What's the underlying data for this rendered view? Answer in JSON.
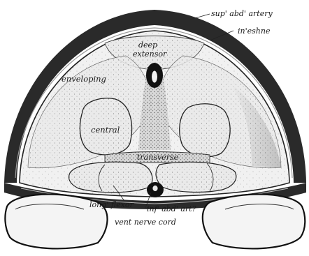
{
  "labels": {
    "sup_abd_artery": "sup' abd' artery",
    "intestine": "in'eshne",
    "deep_extensor": "deep extensor",
    "enveloping": "enveloping",
    "central": "central",
    "transverse": "transverse",
    "longl_flexor": "long' flexor",
    "inf_abd_artery": "inf' abd' art?",
    "vent_nerve_cord": "vent nerve cord"
  },
  "colors": {
    "ink": "#1a1a1a",
    "paper": "#ffffff",
    "shell": "#2a2a2a",
    "muscle": "#e4e4e4"
  }
}
